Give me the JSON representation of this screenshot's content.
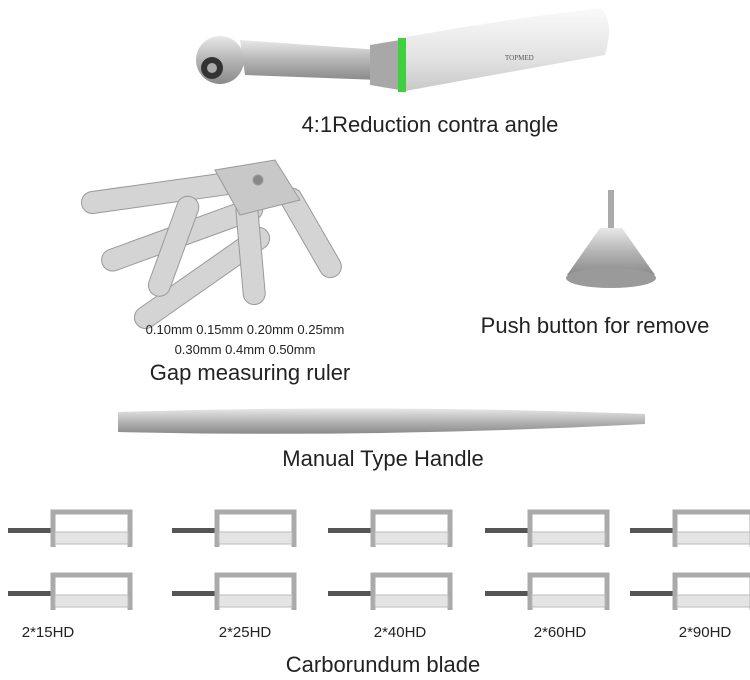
{
  "handpiece": {
    "label": "4:1Reduction contra angle",
    "brand_logo": "TOPMED",
    "accent_ring_color": "#3fcf3f"
  },
  "gauge": {
    "sizes_line1": "0.10mm 0.15mm 0.20mm 0.25mm",
    "sizes_line2": "0.30mm 0.4mm 0.50mm",
    "label": "Gap measuring ruler"
  },
  "push_button": {
    "label": "Push button for remove"
  },
  "handle": {
    "label": "Manual Type Handle"
  },
  "blades": {
    "items": [
      "2*15HD",
      "2*25HD",
      "2*40HD",
      "2*60HD",
      "2*90HD"
    ],
    "label": "Carborundum blade"
  }
}
